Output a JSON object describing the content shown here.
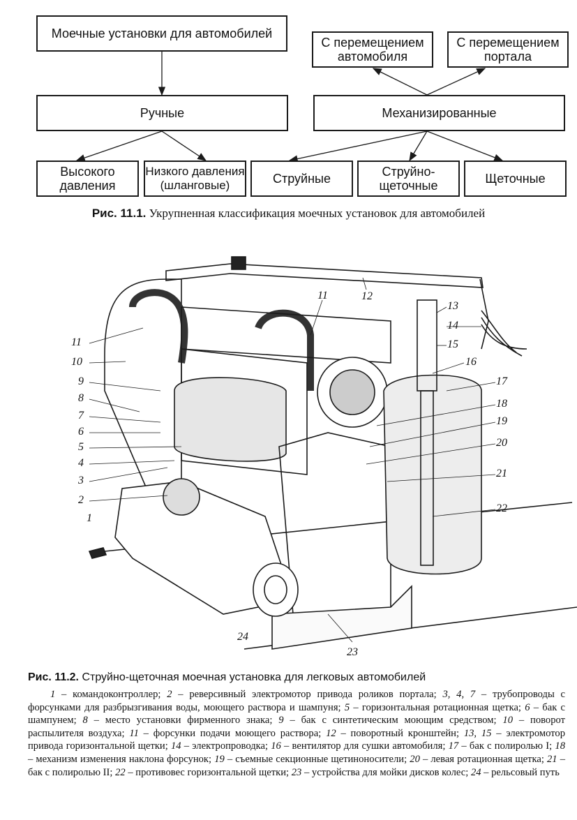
{
  "diagram": {
    "root": "Моечные установки для автомобилей",
    "manual": "Ручные",
    "mech": "Механизированные",
    "move_car": [
      "С перемещением",
      "автомобиля"
    ],
    "move_portal": [
      "С перемещением",
      "портала"
    ],
    "high": [
      "Высокого",
      "давления"
    ],
    "low": [
      "Низкого давления",
      "(шланговые)"
    ],
    "jet": "Струйные",
    "jet_brush": [
      "Струйно-",
      "щеточные"
    ],
    "brush": "Щеточные"
  },
  "figure1": {
    "label": "Рис. 11.1.",
    "text": " Укрупненная классификация моечных установок для автомобилей"
  },
  "figure2": {
    "label": "Рис. 11.2.",
    "text": " Струйно-щеточная моечная установка для легковых автомобилей",
    "numbers": [
      "1",
      "2",
      "3",
      "4",
      "5",
      "6",
      "7",
      "8",
      "9",
      "10",
      "11",
      "11",
      "12",
      "13",
      "14",
      "15",
      "16",
      "17",
      "18",
      "19",
      "20",
      "21",
      "22",
      "23",
      "24"
    ]
  },
  "legend": [
    {
      "n": "1",
      "t": " – командоконтроллер; "
    },
    {
      "n": "2",
      "t": " – реверсивный электромотор привода роликов портала; "
    },
    {
      "n": "3, 4, 7",
      "t": " – трубопроводы с форсунками для разбрызгивания воды, моющего раствора и шампуня; "
    },
    {
      "n": "5",
      "t": " – горизонтальная ротационная щетка; "
    },
    {
      "n": "6",
      "t": " – бак с шампунем; "
    },
    {
      "n": "8",
      "t": " – место установки фирменного знака; "
    },
    {
      "n": "9",
      "t": " – бак с синтетическим моющим средством; "
    },
    {
      "n": "10",
      "t": " – поворот распылителя воздуха; "
    },
    {
      "n": "11",
      "t": " – форсунки подачи моющего раствора; "
    },
    {
      "n": "12",
      "t": " – поворотный кронштейн; "
    },
    {
      "n": "13, 15",
      "t": " – электромотор привода горизонтальной щетки; "
    },
    {
      "n": "14",
      "t": " – электропроводка; "
    },
    {
      "n": "16",
      "t": " – вентилятор для сушки автомобиля; "
    },
    {
      "n": "17",
      "t": " – бак с полиролью I; "
    },
    {
      "n": "18",
      "t": " – механизм изменения наклона форсунок; "
    },
    {
      "n": "19",
      "t": " – съемные секционные щетиноносители; "
    },
    {
      "n": "20",
      "t": " – левая ротационная щетка; "
    },
    {
      "n": "21",
      "t": " – бак с полиролью II; "
    },
    {
      "n": "22",
      "t": " – противовес горизонтальной щетки; "
    },
    {
      "n": "23",
      "t": " – устройства для мойки дисков колес; "
    },
    {
      "n": "24",
      "t": " – рельсовый путь"
    }
  ]
}
